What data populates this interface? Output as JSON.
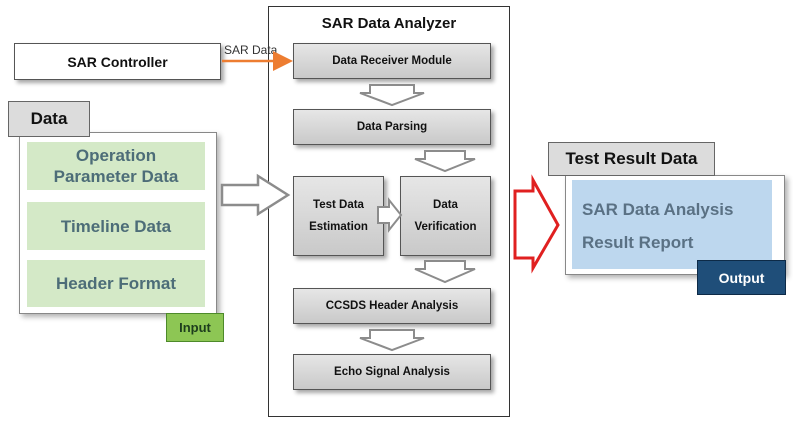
{
  "controller": {
    "label": "SAR Controller"
  },
  "connection": {
    "label": "SAR Data",
    "color": "#ed7d31"
  },
  "analyzer": {
    "title": "SAR Data Analyzer",
    "modules": {
      "receiver": "Data Receiver Module",
      "parsing": "Data Parsing",
      "estimation": [
        "Test Data",
        "Estimation"
      ],
      "verification": [
        "Data",
        "Verification"
      ],
      "ccsds": "CCSDS Header Analysis",
      "echo": "Echo Signal Analysis"
    }
  },
  "data_panel": {
    "header": "Data",
    "items": [
      [
        "Operation",
        "Parameter Data"
      ],
      [
        "Timeline Data"
      ],
      [
        "Header Format"
      ]
    ],
    "badge": "Input",
    "badge_color": "#8dc654",
    "item_color": "#d4e9c7"
  },
  "result_panel": {
    "header": "Test Result Data",
    "lines": [
      "SAR Data Analysis",
      "Result Report"
    ],
    "badge": "Output",
    "badge_color": "#1f4e79",
    "inner_color": "#bdd7ee"
  },
  "big_arrow": {
    "color": "#e02020"
  }
}
